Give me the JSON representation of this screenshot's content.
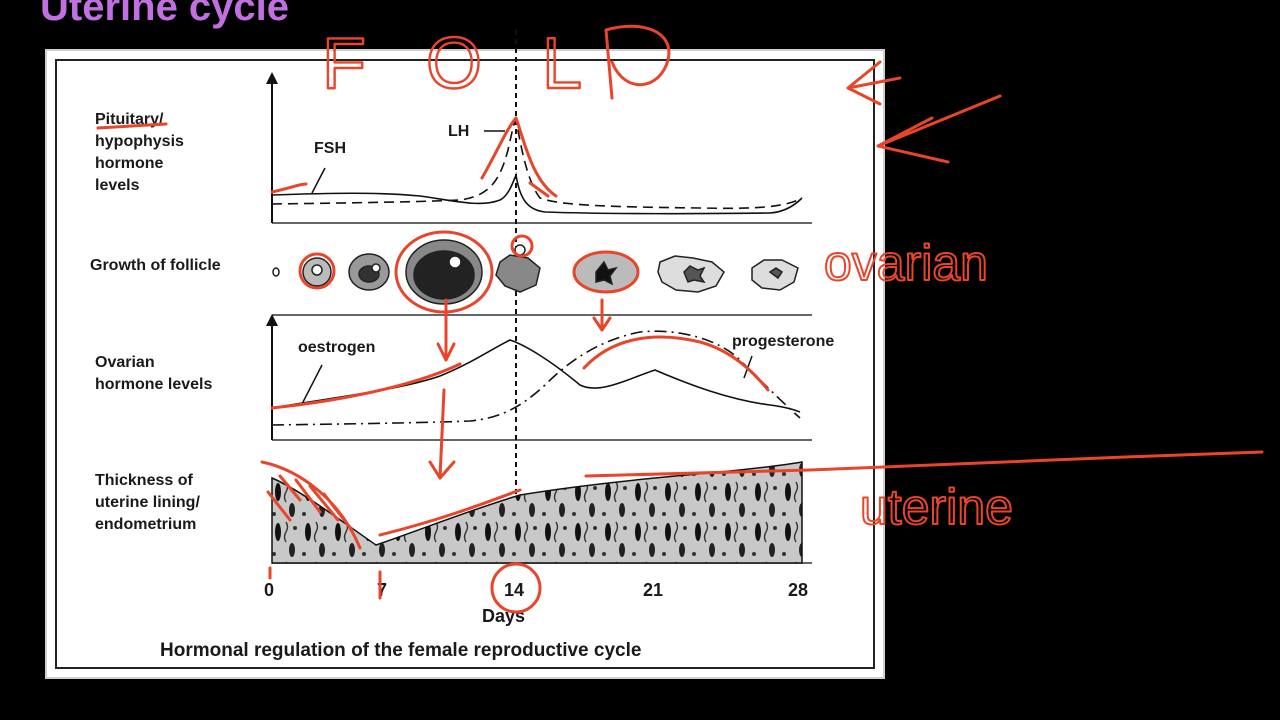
{
  "slide_title": "Uterine cycle",
  "colors": {
    "ink": "#e8452a",
    "title": "#c070e0",
    "figure_bg": "#ffffff",
    "text": "#1a1a1a"
  },
  "rows": {
    "pituitary": [
      "Pituitary/",
      "hypophysis",
      "hormone",
      "levels"
    ],
    "follicle": [
      "Growth of follicle"
    ],
    "ovarian": [
      "Ovarian",
      "hormone levels"
    ],
    "uterine": [
      "Thickness of",
      "uterine lining/",
      "endometrium"
    ]
  },
  "curve_labels": {
    "fsh": "FSH",
    "lh": "LH",
    "oestrogen": "oestrogen",
    "progesterone": "progesterone"
  },
  "x_ticks": [
    "0",
    "7",
    "14",
    "21",
    "28"
  ],
  "x_label": "Days",
  "caption": "Hormonal regulation of the female reproductive cycle",
  "handwriting": {
    "fol": "F O L",
    "ovarian": "ovarian",
    "uterine": "uterine"
  }
}
